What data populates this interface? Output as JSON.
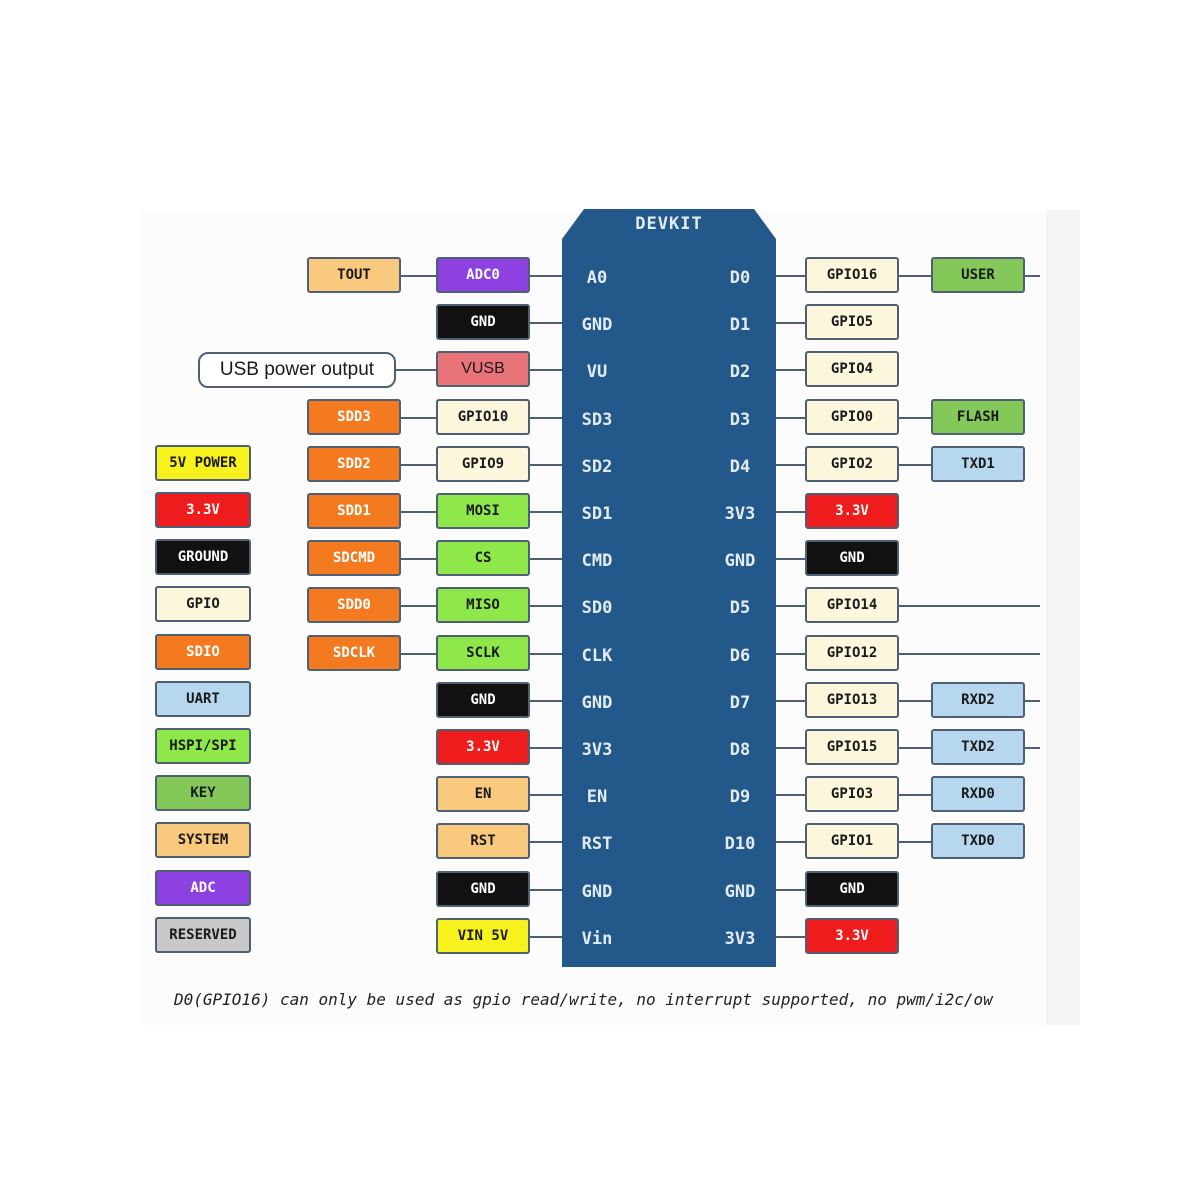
{
  "board": {
    "title": "DEVKIT",
    "left_pins": [
      "A0",
      "GND",
      "VU",
      "SD3",
      "SD2",
      "SD1",
      "CMD",
      "SD0",
      "CLK",
      "GND",
      "3V3",
      "EN",
      "RST",
      "GND",
      "Vin"
    ],
    "right_pins": [
      "D0",
      "D1",
      "D2",
      "D3",
      "D4",
      "3V3",
      "GND",
      "D5",
      "D6",
      "D7",
      "D8",
      "D9",
      "D10",
      "GND",
      "3V3"
    ]
  },
  "colors": {
    "POWER": "#f7f21d",
    "V33": "#ee1c1c",
    "GROUND": "#111111",
    "GPIO": "#fbf6dc",
    "SDIO": "#f47a20",
    "UART": "#b6d7ee",
    "SPI": "#8ee84a",
    "KEY": "#84c85a",
    "SYSTEM": "#f9c97d",
    "ADC": "#8d41e0",
    "RESERVED": "#c8c8c8",
    "VUSB": "#e8747a"
  },
  "legend": [
    {
      "label": "5V POWER",
      "cat": "POWER"
    },
    {
      "label": "3.3V",
      "cat": "V33"
    },
    {
      "label": "GROUND",
      "cat": "GROUND"
    },
    {
      "label": "GPIO",
      "cat": "GPIO"
    },
    {
      "label": "SDIO",
      "cat": "SDIO"
    },
    {
      "label": "UART",
      "cat": "UART"
    },
    {
      "label": "HSPI/SPI",
      "cat": "SPI"
    },
    {
      "label": "KEY",
      "cat": "KEY"
    },
    {
      "label": "SYSTEM",
      "cat": "SYSTEM"
    },
    {
      "label": "ADC",
      "cat": "ADC"
    },
    {
      "label": "RESERVED",
      "cat": "RESERVED"
    }
  ],
  "left_outer": [
    {
      "label": "TOUT",
      "cat": "SYSTEM"
    },
    null,
    null,
    {
      "label": "SDD3",
      "cat": "SDIO"
    },
    {
      "label": "SDD2",
      "cat": "SDIO"
    },
    {
      "label": "SDD1",
      "cat": "SDIO"
    },
    {
      "label": "SDCMD",
      "cat": "SDIO"
    },
    {
      "label": "SDD0",
      "cat": "SDIO"
    },
    {
      "label": "SDCLK",
      "cat": "SDIO"
    },
    null,
    null,
    null,
    null,
    null,
    null
  ],
  "left_inner": [
    {
      "label": "ADC0",
      "cat": "ADC"
    },
    {
      "label": "GND",
      "cat": "GROUND"
    },
    {
      "label": "VUSB",
      "cat": "VUSB"
    },
    {
      "label": "GPIO10",
      "cat": "GPIO"
    },
    {
      "label": "GPIO9",
      "cat": "GPIO"
    },
    {
      "label": "MOSI",
      "cat": "SPI"
    },
    {
      "label": "CS",
      "cat": "SPI"
    },
    {
      "label": "MISO",
      "cat": "SPI"
    },
    {
      "label": "SCLK",
      "cat": "SPI"
    },
    {
      "label": "GND",
      "cat": "GROUND"
    },
    {
      "label": "3.3V",
      "cat": "V33"
    },
    {
      "label": "EN",
      "cat": "SYSTEM"
    },
    {
      "label": "RST",
      "cat": "SYSTEM"
    },
    {
      "label": "GND",
      "cat": "GROUND"
    },
    {
      "label": "VIN 5V",
      "cat": "POWER"
    }
  ],
  "right_inner": [
    {
      "label": "GPIO16",
      "cat": "GPIO"
    },
    {
      "label": "GPIO5",
      "cat": "GPIO"
    },
    {
      "label": "GPIO4",
      "cat": "GPIO"
    },
    {
      "label": "GPIO0",
      "cat": "GPIO"
    },
    {
      "label": "GPIO2",
      "cat": "GPIO"
    },
    {
      "label": "3.3V",
      "cat": "V33"
    },
    {
      "label": "GND",
      "cat": "GROUND"
    },
    {
      "label": "GPIO14",
      "cat": "GPIO"
    },
    {
      "label": "GPIO12",
      "cat": "GPIO"
    },
    {
      "label": "GPIO13",
      "cat": "GPIO"
    },
    {
      "label": "GPIO15",
      "cat": "GPIO"
    },
    {
      "label": "GPIO3",
      "cat": "GPIO"
    },
    {
      "label": "GPIO1",
      "cat": "GPIO"
    },
    {
      "label": "GND",
      "cat": "GROUND"
    },
    {
      "label": "3.3V",
      "cat": "V33"
    }
  ],
  "right_outer": [
    {
      "label": "USER",
      "cat": "KEY"
    },
    null,
    null,
    {
      "label": "FLASH",
      "cat": "KEY"
    },
    {
      "label": "TXD1",
      "cat": "UART"
    },
    null,
    null,
    null,
    null,
    {
      "label": "RXD2",
      "cat": "UART"
    },
    {
      "label": "TXD2",
      "cat": "UART"
    },
    {
      "label": "RXD0",
      "cat": "UART"
    },
    {
      "label": "TXD0",
      "cat": "UART"
    },
    null,
    null
  ],
  "usb_callout": "USB power output",
  "footnote": "D0(GPIO16) can only be used as gpio read/write, no interrupt supported, no pwm/i2c/ow"
}
